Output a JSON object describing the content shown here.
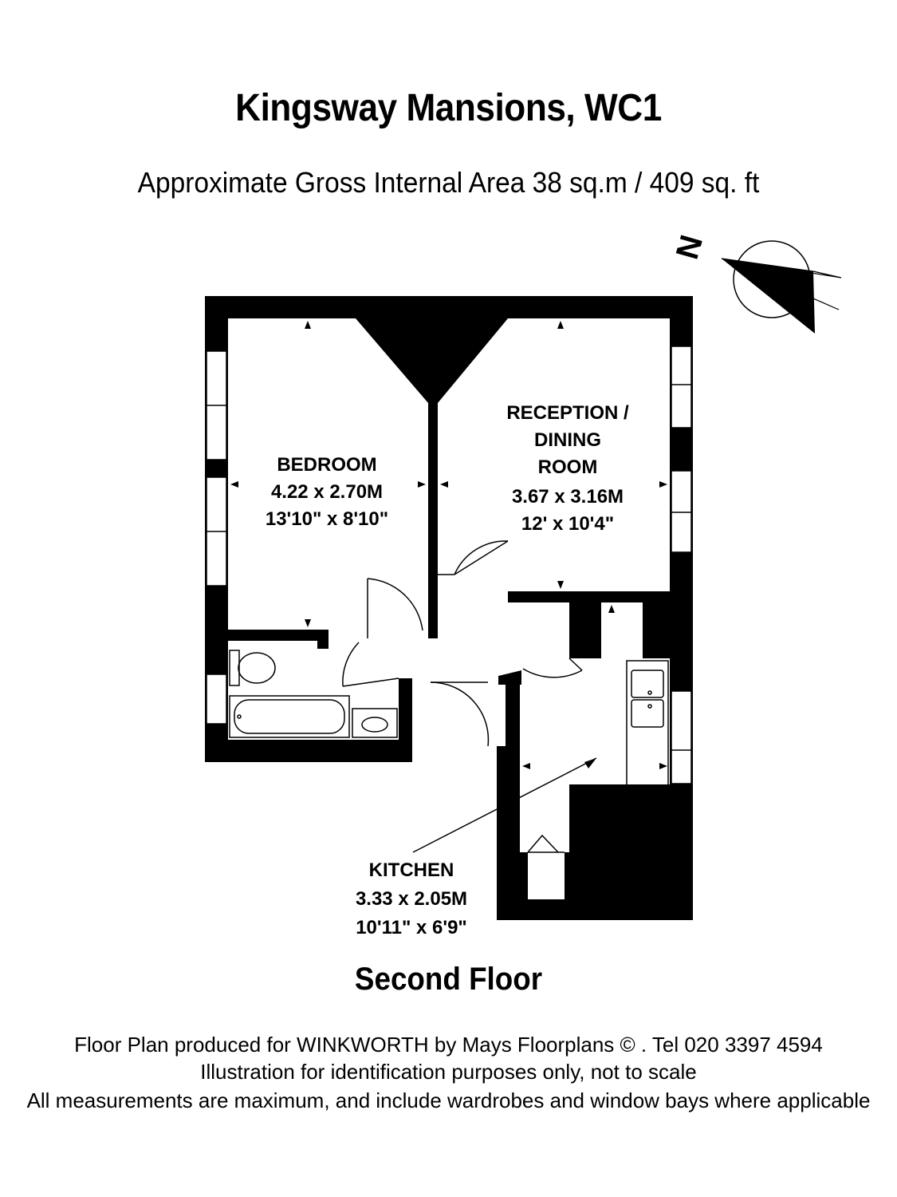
{
  "header": {
    "title": "Kingsway Mansions, WC1",
    "subtitle": "Approximate Gross Internal Area 38 sq.m /  409 sq. ft"
  },
  "compass": {
    "letter": "N"
  },
  "rooms": {
    "bedroom": {
      "name": "BEDROOM",
      "metric": "4.22 x 2.70M",
      "imperial": "13'10\" x 8'10\""
    },
    "reception": {
      "name_line1": "RECEPTION /",
      "name_line2": "DINING",
      "name_line3": "ROOM",
      "metric": "3.67 x 3.16M",
      "imperial": "12' x 10'4\""
    },
    "kitchen": {
      "name": "KITCHEN",
      "metric": "3.33 x 2.05M",
      "imperial": "10'11\" x 6'9\""
    }
  },
  "floor_name": "Second Floor",
  "footer": {
    "line1": "Floor Plan produced for WINKWORTH by Mays Floorplans  © . Tel 020 3397 4594",
    "line2": "Illustration for identification purposes only, not to scale",
    "line3": "All measurements are maximum, and include wardrobes and window bays where applicable"
  },
  "colors": {
    "wall": "#000000",
    "background": "#ffffff"
  }
}
